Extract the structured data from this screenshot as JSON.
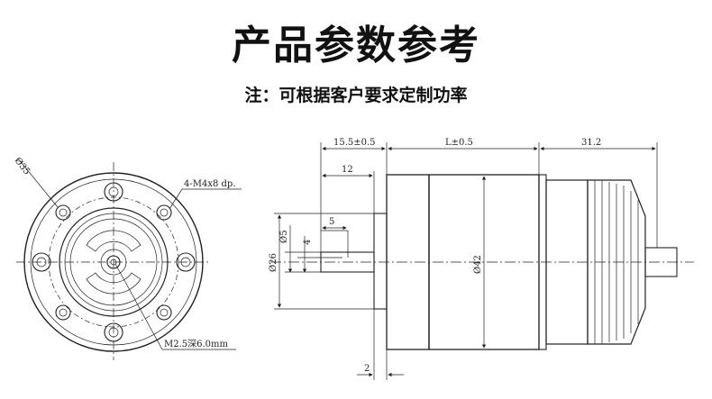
{
  "title": "产品参数参考",
  "note": "注：可根据客户要求定制功率",
  "front_view": {
    "dia_outer": "Ø35",
    "holes_label": "4-M4x8 dp.",
    "center_hole_label": "M2.5深6.0mm"
  },
  "side_view": {
    "dim_flange_len": "15.5±0.5",
    "dim_body_len": "L±0.5",
    "dim_tail_len": "31.2",
    "dim_shaft_len": "12",
    "dim_flat_len": "5",
    "dim_shaft_dia": "Ø5",
    "dim_flat_depth": "4",
    "dim_boss_dia": "Ø26",
    "dim_body_dia": "Ø42",
    "dim_boss_thick": "2"
  }
}
